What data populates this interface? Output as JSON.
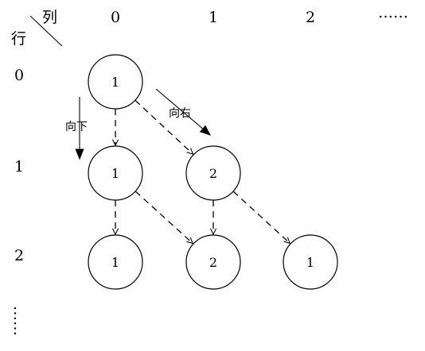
{
  "header": {
    "col_label": "列",
    "row_label": "行",
    "col_ellipsis": "……",
    "row_ellipsis": "……"
  },
  "columns": [
    "0",
    "1",
    "2"
  ],
  "rows": [
    "0",
    "1",
    "2"
  ],
  "nodes": [
    {
      "row": 0,
      "col": 0,
      "value": "1"
    },
    {
      "row": 1,
      "col": 0,
      "value": "1"
    },
    {
      "row": 1,
      "col": 1,
      "value": "2"
    },
    {
      "row": 2,
      "col": 0,
      "value": "1"
    },
    {
      "row": 2,
      "col": 1,
      "value": "2"
    },
    {
      "row": 2,
      "col": 2,
      "value": "1"
    }
  ],
  "edges": [
    {
      "from": [
        0,
        0
      ],
      "to": [
        1,
        0
      ],
      "direction": "down"
    },
    {
      "from": [
        0,
        0
      ],
      "to": [
        1,
        1
      ],
      "direction": "right"
    },
    {
      "from": [
        1,
        0
      ],
      "to": [
        2,
        0
      ],
      "direction": "down"
    },
    {
      "from": [
        1,
        0
      ],
      "to": [
        2,
        1
      ],
      "direction": "right"
    },
    {
      "from": [
        1,
        1
      ],
      "to": [
        2,
        1
      ],
      "direction": "down"
    },
    {
      "from": [
        1,
        1
      ],
      "to": [
        2,
        2
      ],
      "direction": "right"
    }
  ],
  "legend": {
    "down_label": "向下",
    "right_label": "向右"
  }
}
